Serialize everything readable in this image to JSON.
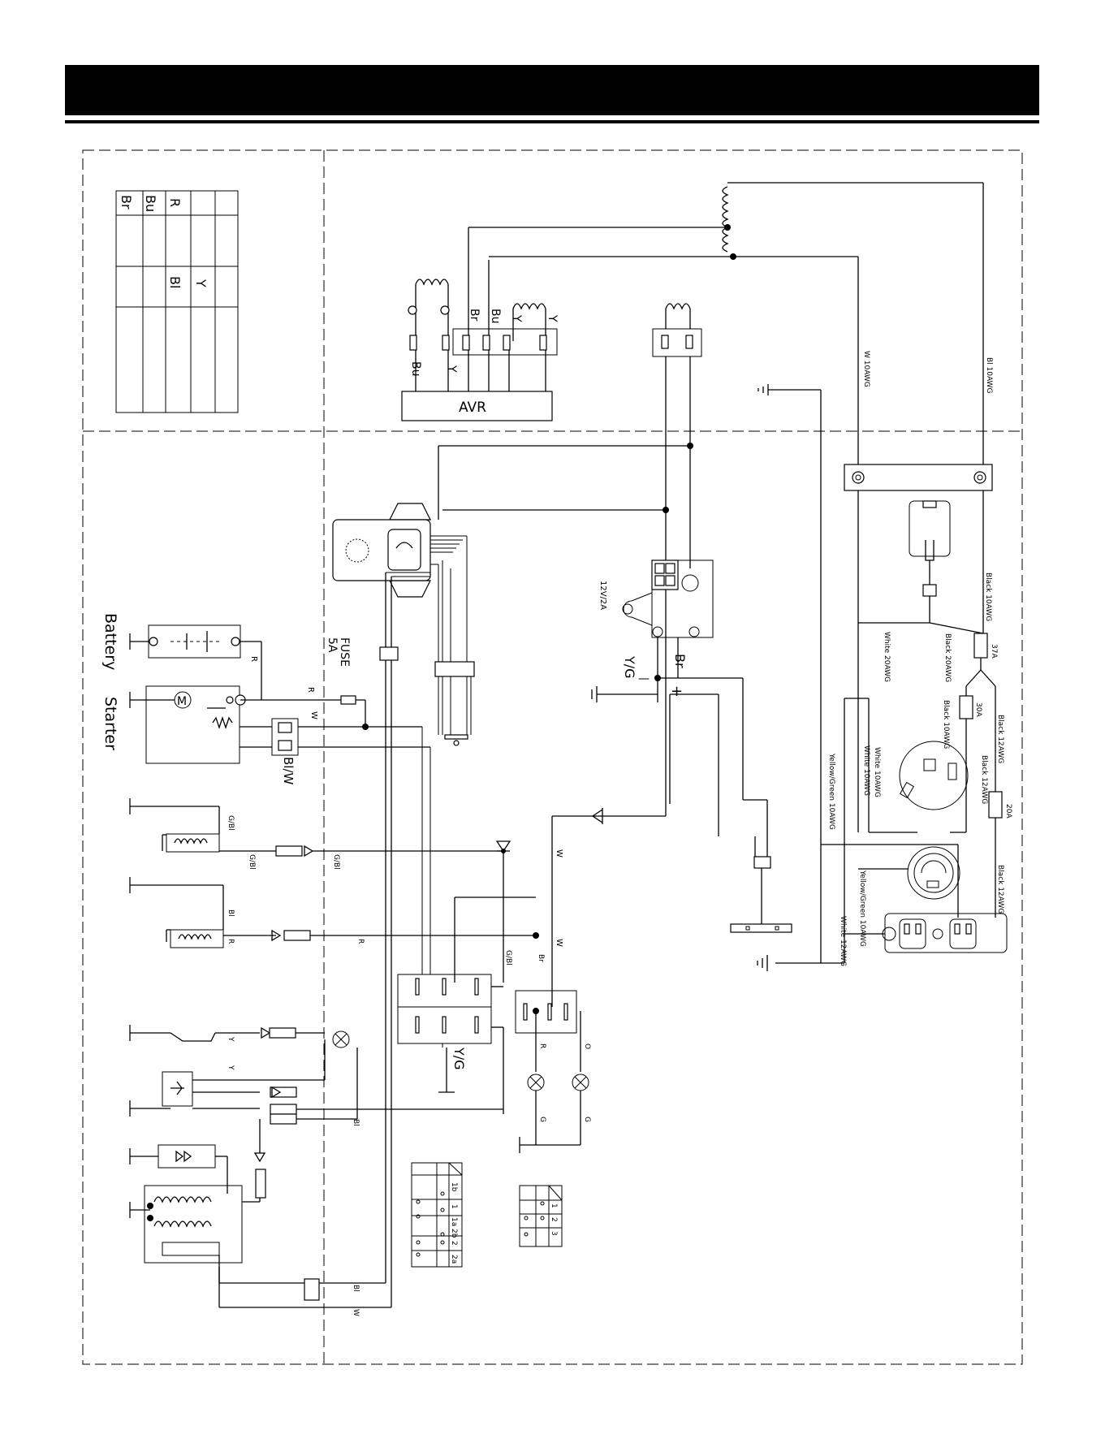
{
  "header": {
    "title": ""
  },
  "color_table": {
    "codes": [
      "Br",
      "Bu",
      "R",
      "",
      "",
      "",
      "Bl",
      "Y"
    ]
  },
  "labels": {
    "avr": "AVR",
    "battery": "Battery",
    "starter": "Starter",
    "motor": "M",
    "fuse_line1": "FUSE",
    "fuse_line2": "5A",
    "solenoid_wire": "Bl/W",
    "yg": "Y/G",
    "br": "Br",
    "minus": "—",
    "plus": "+",
    "ac_12v2a": "12V/2A"
  },
  "avr_wires": {
    "bu": "Bu",
    "y": "Y",
    "br": "Br",
    "bu2": "Bu",
    "y2": "Y",
    "y3": "Y"
  },
  "wire_codes": {
    "r": "R",
    "w": "W",
    "gbl": "G/Bl",
    "bl": "Bl",
    "y": "Y",
    "g": "G",
    "o": "O"
  },
  "main_wires": {
    "w10": "W 10AWG",
    "bl10": "Bl 10AWG",
    "black10": "Black 10AWG",
    "black20": "Black 20AWG",
    "white20": "White 20AWG",
    "a37": "37A",
    "a30": "30A",
    "a20": "20A",
    "black12a": "Black 12AWG",
    "black10b": "Black 10AWG",
    "black12b": "Black 12AWG",
    "white10": "White 10AWG",
    "yg10": "Yellow/Green 10AWG",
    "white10b": "White 10AWG",
    "yg10b": "Yellow/Green 10AWG",
    "white12": "White 12AWG",
    "black12c": "Black 12AWG"
  },
  "switch_table_1": {
    "headers": [
      "1b",
      "1",
      "1a",
      "2b",
      "2",
      "2a"
    ]
  },
  "switch_table_2": {
    "headers": [
      "1",
      "2",
      "3"
    ]
  }
}
